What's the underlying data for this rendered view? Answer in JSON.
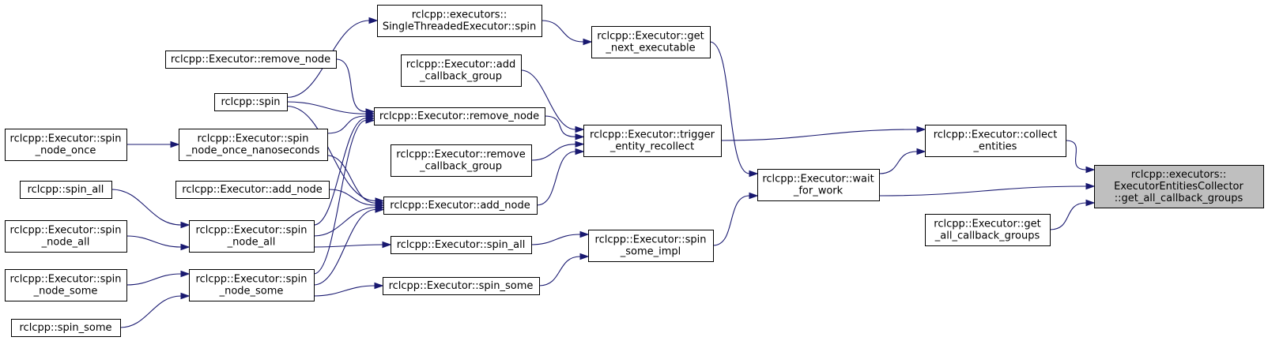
{
  "colors": {
    "edge": "#191970",
    "root_fill": "#bfbfbf",
    "node_fill": "#ffffff",
    "node_border": "#000000"
  },
  "nodes": [
    {
      "id": "root",
      "lines": [
        "rclcpp::executors::",
        "ExecutorEntitiesCollector",
        "::get_all_callback_groups"
      ],
      "highlight": true
    },
    {
      "id": "collect",
      "lines": [
        "rclcpp::Executor::collect",
        "_entities"
      ]
    },
    {
      "id": "get_all_cb",
      "lines": [
        "rclcpp::Executor::get",
        "_all_callback_groups"
      ]
    },
    {
      "id": "trigger",
      "lines": [
        "rclcpp::Executor::trigger",
        "_entity_recollect"
      ]
    },
    {
      "id": "wait",
      "lines": [
        "rclcpp::Executor::wait",
        "_for_work"
      ]
    },
    {
      "id": "get_next",
      "lines": [
        "rclcpp::Executor::get",
        "_next_executable"
      ]
    },
    {
      "id": "spin_some_impl",
      "lines": [
        "rclcpp::Executor::spin",
        "_some_impl"
      ]
    },
    {
      "id": "single_spin",
      "lines": [
        "rclcpp::executors::",
        "SingleThreadedExecutor::spin"
      ]
    },
    {
      "id": "add_cb",
      "lines": [
        "rclcpp::Executor::add",
        "_callback_group"
      ]
    },
    {
      "id": "remove_node",
      "lines": [
        "rclcpp::Executor::remove_node"
      ]
    },
    {
      "id": "remove_cb",
      "lines": [
        "rclcpp::Executor::remove",
        "_callback_group"
      ]
    },
    {
      "id": "add_node",
      "lines": [
        "rclcpp::Executor::add_node"
      ]
    },
    {
      "id": "spin_all",
      "lines": [
        "rclcpp::Executor::spin_all"
      ]
    },
    {
      "id": "spin_some",
      "lines": [
        "rclcpp::Executor::spin_some"
      ]
    },
    {
      "id": "remove_node_l",
      "lines": [
        "rclcpp::Executor::remove_node"
      ]
    },
    {
      "id": "spin",
      "lines": [
        "rclcpp::spin"
      ]
    },
    {
      "id": "spin_once_ns",
      "lines": [
        "rclcpp::Executor::spin",
        "_node_once_nanoseconds"
      ]
    },
    {
      "id": "add_node_l",
      "lines": [
        "rclcpp::Executor::add_node"
      ]
    },
    {
      "id": "spin_node_all",
      "lines": [
        "rclcpp::Executor::spin",
        "_node_all"
      ]
    },
    {
      "id": "spin_node_some",
      "lines": [
        "rclcpp::Executor::spin",
        "_node_some"
      ]
    },
    {
      "id": "spin_node_once_l",
      "lines": [
        "rclcpp::Executor::spin",
        "_node_once"
      ]
    },
    {
      "id": "spin_all_fn",
      "lines": [
        "rclcpp::spin_all"
      ]
    },
    {
      "id": "spin_node_all_l",
      "lines": [
        "rclcpp::Executor::spin",
        "_node_all"
      ]
    },
    {
      "id": "spin_node_some_l",
      "lines": [
        "rclcpp::Executor::spin",
        "_node_some"
      ]
    },
    {
      "id": "spin_some_fn",
      "lines": [
        "rclcpp::spin_some"
      ]
    }
  ],
  "edges": [
    {
      "from": "collect",
      "to": "root"
    },
    {
      "from": "wait",
      "to": "root"
    },
    {
      "from": "get_all_cb",
      "to": "root"
    },
    {
      "from": "trigger",
      "to": "collect"
    },
    {
      "from": "wait",
      "to": "collect"
    },
    {
      "from": "get_next",
      "to": "wait"
    },
    {
      "from": "spin_some_impl",
      "to": "wait"
    },
    {
      "from": "single_spin",
      "to": "get_next"
    },
    {
      "from": "add_cb",
      "to": "trigger"
    },
    {
      "from": "remove_node",
      "to": "trigger"
    },
    {
      "from": "remove_cb",
      "to": "trigger"
    },
    {
      "from": "add_node",
      "to": "trigger"
    },
    {
      "from": "spin_all",
      "to": "spin_some_impl"
    },
    {
      "from": "spin_some",
      "to": "spin_some_impl"
    },
    {
      "from": "spin",
      "to": "single_spin"
    },
    {
      "from": "remove_node_l",
      "to": "remove_node"
    },
    {
      "from": "spin",
      "to": "remove_node"
    },
    {
      "from": "spin_once_ns",
      "to": "remove_node"
    },
    {
      "from": "spin_node_all",
      "to": "remove_node"
    },
    {
      "from": "spin_node_some",
      "to": "remove_node"
    },
    {
      "from": "spin",
      "to": "add_node"
    },
    {
      "from": "spin_once_ns",
      "to": "add_node"
    },
    {
      "from": "add_node_l",
      "to": "add_node"
    },
    {
      "from": "spin_node_all",
      "to": "add_node"
    },
    {
      "from": "spin_node_some",
      "to": "add_node"
    },
    {
      "from": "spin_node_all",
      "to": "spin_all"
    },
    {
      "from": "spin_node_some",
      "to": "spin_some"
    },
    {
      "from": "spin_node_once_l",
      "to": "spin_once_ns"
    },
    {
      "from": "spin_all_fn",
      "to": "spin_node_all"
    },
    {
      "from": "spin_node_all_l",
      "to": "spin_node_all"
    },
    {
      "from": "spin_node_some_l",
      "to": "spin_node_some"
    },
    {
      "from": "spin_some_fn",
      "to": "spin_node_some"
    }
  ]
}
